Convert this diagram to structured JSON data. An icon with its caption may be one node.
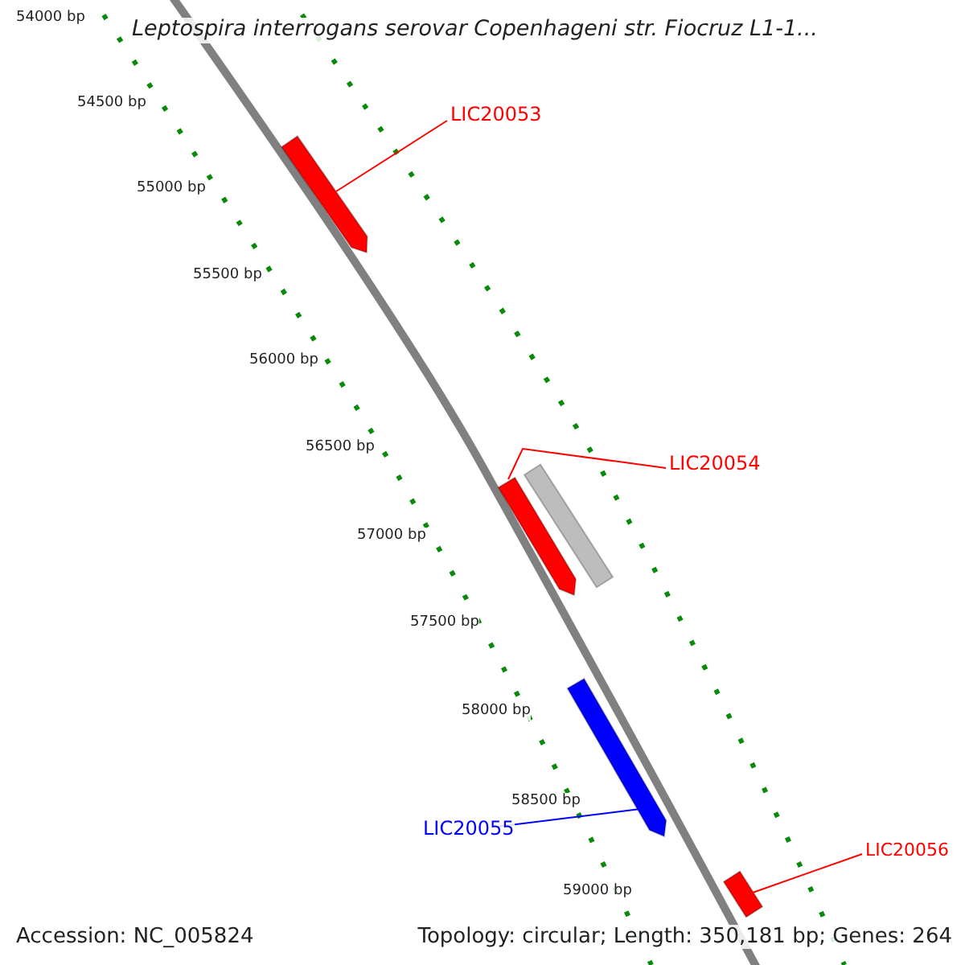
{
  "diagram": {
    "title": "Leptospira interrogans serovar Copenhageni str. Fiocruz L1-1...",
    "nodes": [
      {
        "text": [
          "LIC20053"
        ]
      },
      {
        "text": [],
        "shape": "bar"
      },
      {
        "text": [
          "LIC20054"
        ]
      },
      {
        "text": [],
        "shape": "bar"
      },
      {
        "text": [],
        "shape": "bar"
      },
      {
        "text": [
          "LIC20055"
        ]
      },
      {
        "text": [],
        "shape": "bar"
      },
      {
        "text": [
          "LIC20056"
        ]
      },
      {
        "text": [],
        "shape": "bar"
      }
    ],
    "edges": [
      {
        "from": 0,
        "to": 1,
        "arrow": "none",
        "color": "#ff0000"
      },
      {
        "from": 2,
        "to": 3,
        "arrow": "none",
        "color": "#ff0000"
      },
      {
        "from": 5,
        "to": 6,
        "arrow": "none",
        "color": "#0000ff"
      },
      {
        "from": 7,
        "to": 8,
        "arrow": "none",
        "color": "#ff0000"
      }
    ],
    "labels": [
      "54000 bp",
      "54500 bp",
      "55000 bp",
      "55500 bp",
      "56000 bp",
      "56500 bp",
      "57000 bp",
      "57500 bp",
      "58000 bp",
      "58500 bp",
      "59000 bp",
      "Accession: NC_005824",
      "Topology: circular; Length: 350,181 bp; Genes: 264"
    ]
  }
}
